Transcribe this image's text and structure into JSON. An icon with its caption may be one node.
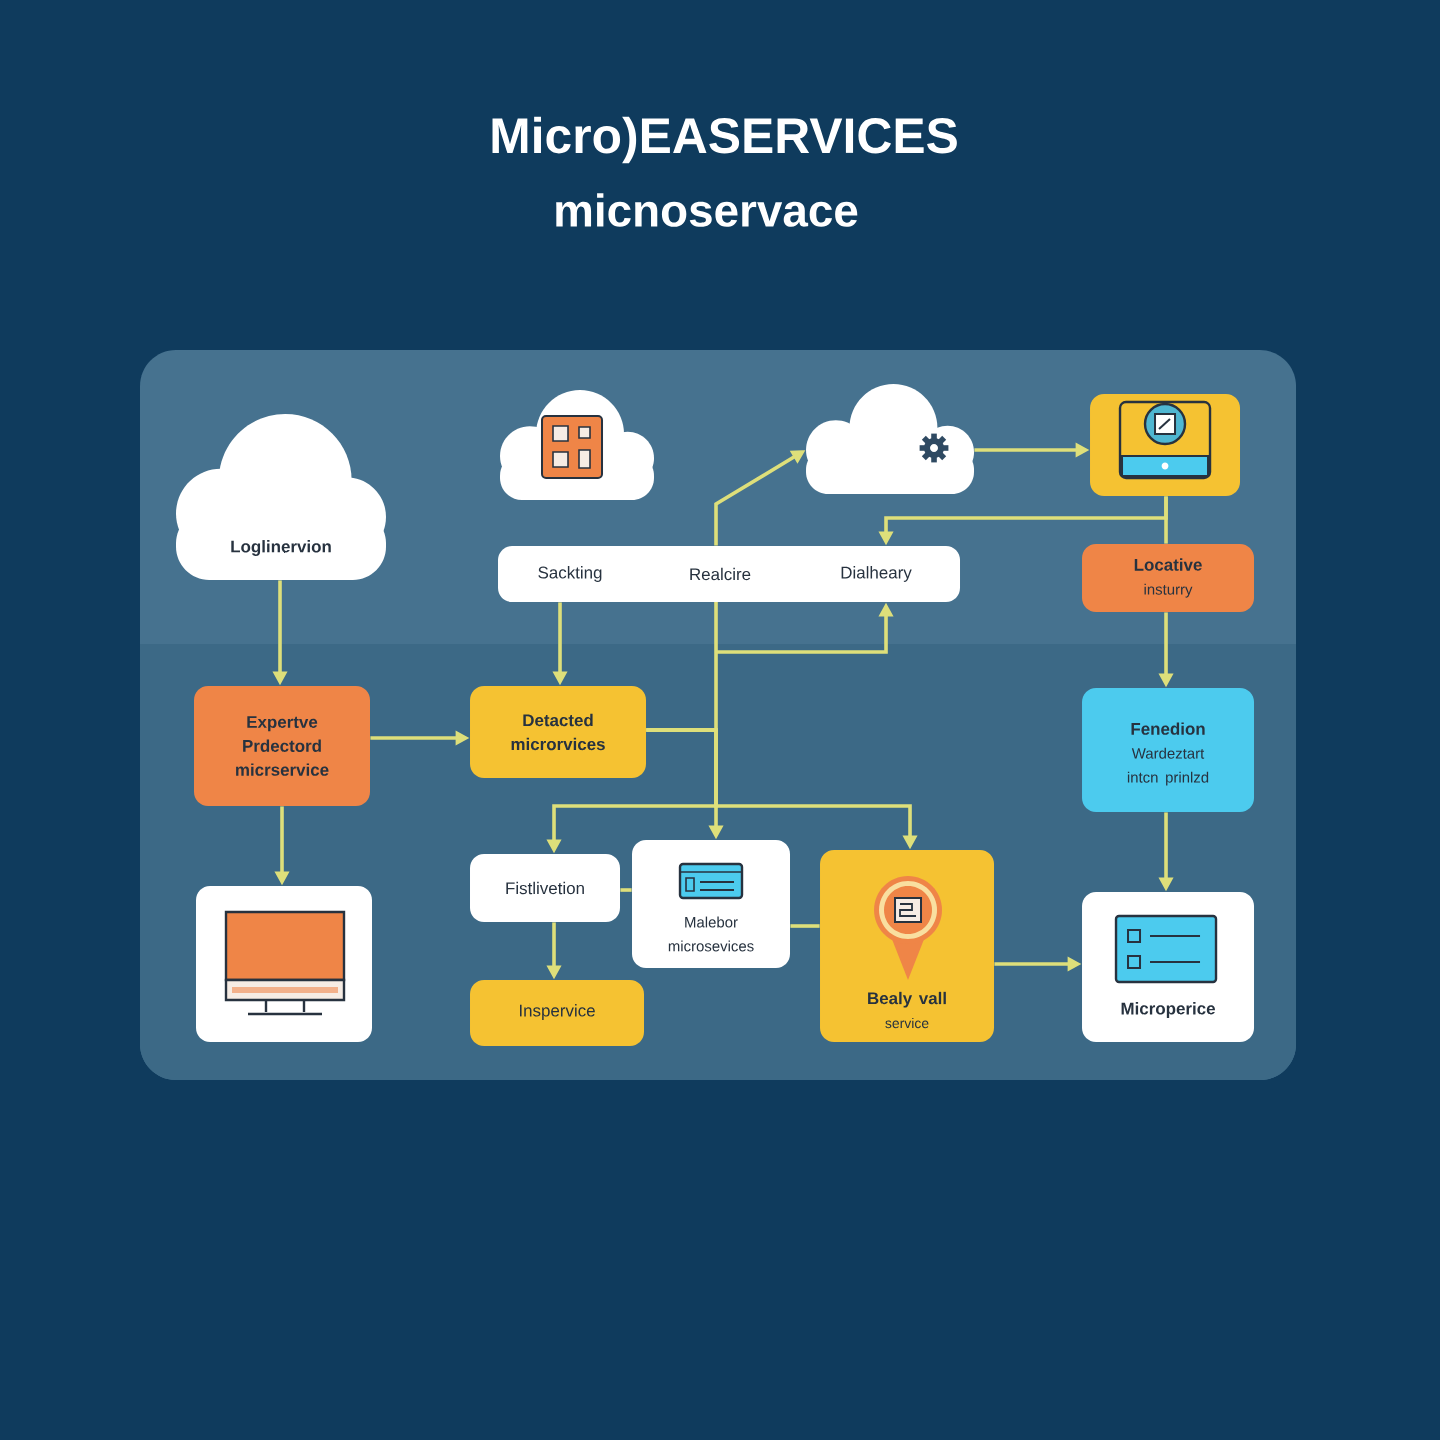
{
  "diagram": {
    "title": "Micro)EASERVICES",
    "nodes": [
      {
        "text": [
          "Loglinervion"
        ]
      },
      {
        "text": [],
        "shape": "cloud"
      },
      {
        "text": [],
        "shape": "cloud"
      },
      {
        "text": [],
        "shape": "box"
      },
      {
        "text": [
          "Sackting",
          "Realcire",
          "Dialheary"
        ]
      },
      {
        "text": [
          "Locative",
          "insturry"
        ]
      },
      {
        "text": [
          "Expertve Prdectord micrservice"
        ]
      },
      {
        "text": [
          "Detacted microrvices"
        ]
      },
      {
        "text": [
          "Fenedion",
          "Wardeztart intcn prinlzd"
        ]
      },
      {
        "text": [],
        "shape": "box"
      },
      {
        "text": [
          "Fistlivetion"
        ]
      },
      {
        "text": [
          "Malebor microsevices"
        ]
      },
      {
        "text": [
          "Bealy vall",
          "service"
        ]
      },
      {
        "text": [
          "Inspervice"
        ]
      },
      {
        "text": [
          "Microperice"
        ]
      }
    ],
    "edges": [
      {
        "from": 0,
        "to": 6,
        "arrow": "to"
      },
      {
        "from": 4,
        "to": 7,
        "arrow": "to"
      },
      {
        "from": 6,
        "to": 7,
        "arrow": "to"
      },
      {
        "from": 6,
        "to": 9,
        "arrow": "to"
      },
      {
        "from": 4,
        "to": 2,
        "arrow": "to"
      },
      {
        "from": 7,
        "to": 4,
        "arrow": "to"
      },
      {
        "from": 2,
        "to": 3,
        "arrow": "to"
      },
      {
        "from": 3,
        "to": 5,
        "arrow": "none"
      },
      {
        "from": 3,
        "to": 4,
        "arrow": "to"
      },
      {
        "from": 5,
        "to": 8,
        "arrow": "to"
      },
      {
        "from": 8,
        "to": 14,
        "arrow": "to"
      },
      {
        "from": 7,
        "to": 10,
        "arrow": "to"
      },
      {
        "from": 7,
        "to": 11,
        "arrow": "to"
      },
      {
        "from": 7,
        "to": 12,
        "arrow": "to"
      },
      {
        "from": 10,
        "to": 13,
        "arrow": "to"
      },
      {
        "from": 10,
        "to": 11,
        "arrow": "none"
      },
      {
        "from": 11,
        "to": 12,
        "arrow": "none"
      },
      {
        "from": 12,
        "to": 14,
        "arrow": "to"
      }
    ],
    "labels": [
      "micnoservace"
    ]
  }
}
